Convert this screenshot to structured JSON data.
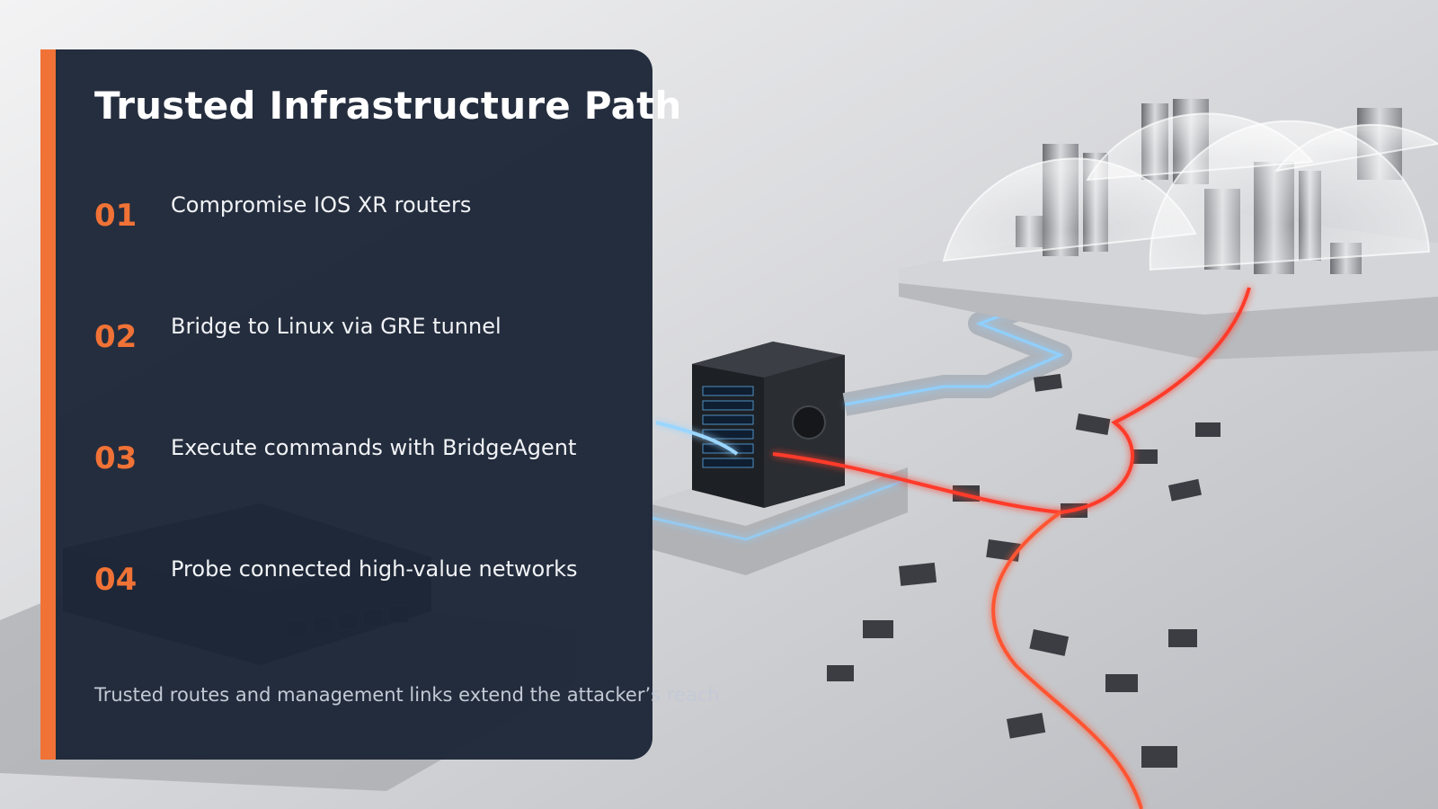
{
  "slide": {
    "title": "Trusted Infrastructure Path",
    "steps": [
      {
        "number": "01",
        "text": "Compromise IOS XR routers"
      },
      {
        "number": "02",
        "text": "Bridge to Linux via GRE tunnel"
      },
      {
        "number": "03",
        "text": "Execute commands with BridgeAgent"
      },
      {
        "number": "04",
        "text": "Probe connected high-value networks"
      }
    ],
    "footer": "Trusted routes and management links extend the attacker’s reach"
  },
  "colors": {
    "accent": "#f07236",
    "panel": "#1e2738",
    "title": "#ffffff",
    "body_text": "#f1f3f6",
    "footer_text": "#c3cad6",
    "threat_glow": "#ff3a2a",
    "trusted_glow": "#7fc8ff"
  },
  "illustration": {
    "icons": [
      "router-device",
      "server-tower",
      "data-center-dome",
      "network-cable",
      "crumbling-path"
    ]
  }
}
